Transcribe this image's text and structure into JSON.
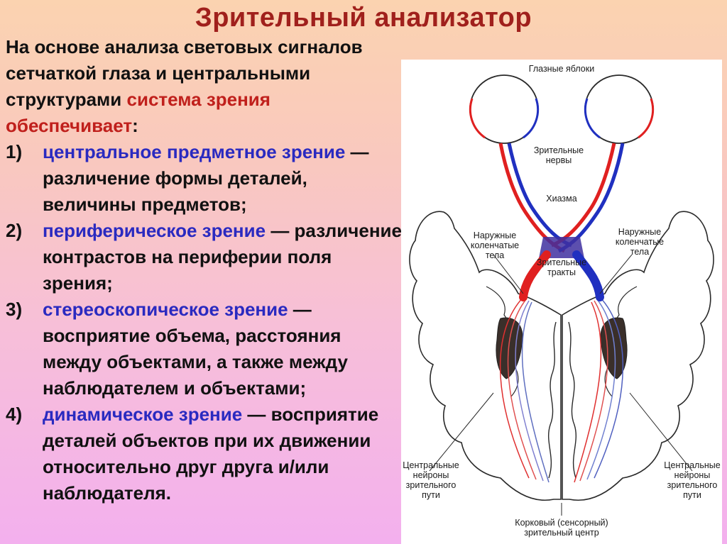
{
  "title": "Зрительный анализатор",
  "intro": {
    "part1": "На основе анализа световых сигналов сетчаткой глаза и центральными структурами ",
    "highlight": "система зрения обеспечивает",
    "colon": ":"
  },
  "items": [
    {
      "num": "1)",
      "term": "центральное предметное зрение",
      "dash": " — ",
      "desc": "различение формы деталей, величины предметов;"
    },
    {
      "num": "2)",
      "term": "периферическое зрение",
      "dash": " — ",
      "desc": "различение контрастов на периферии поля зрения;"
    },
    {
      "num": "3)",
      "term": "стереоскопическое зрение",
      "dash": " — ",
      "desc": "восприятие объема, расстояния между объектами, а также между наблюдателем и объектами;"
    },
    {
      "num": "4)",
      "term": "динамическое зрение",
      "dash": " — ",
      "desc": "восприятие деталей объектов при их движении относительно друг друга и/или наблюдателя."
    }
  ],
  "figure": {
    "labels": {
      "eyeballs": "Глазные яблоки",
      "optic_nerves_1": "Зрительные",
      "optic_nerves_2": "нервы",
      "chiasm": "Хиазма",
      "lgn_left_1": "Наружные",
      "lgn_left_2": "коленчатые",
      "lgn_left_3": "тела",
      "lgn_right_1": "Наружные",
      "lgn_right_2": "коленчатые",
      "lgn_right_3": "тела",
      "tracts_1": "Зрительные",
      "tracts_2": "тракты",
      "neurons_left_1": "Центральные",
      "neurons_left_2": "нейроны",
      "neurons_left_3": "зрительного",
      "neurons_left_4": "пути",
      "neurons_right_1": "Центральные",
      "neurons_right_2": "нейроны",
      "neurons_right_3": "зрительного",
      "neurons_right_4": "пути",
      "cortex_1": "Корковый (сенсорный)",
      "cortex_2": "зрительный центр"
    },
    "colors": {
      "red": "#e02020",
      "blue": "#2030c0",
      "outline": "#2a2a2a"
    }
  }
}
